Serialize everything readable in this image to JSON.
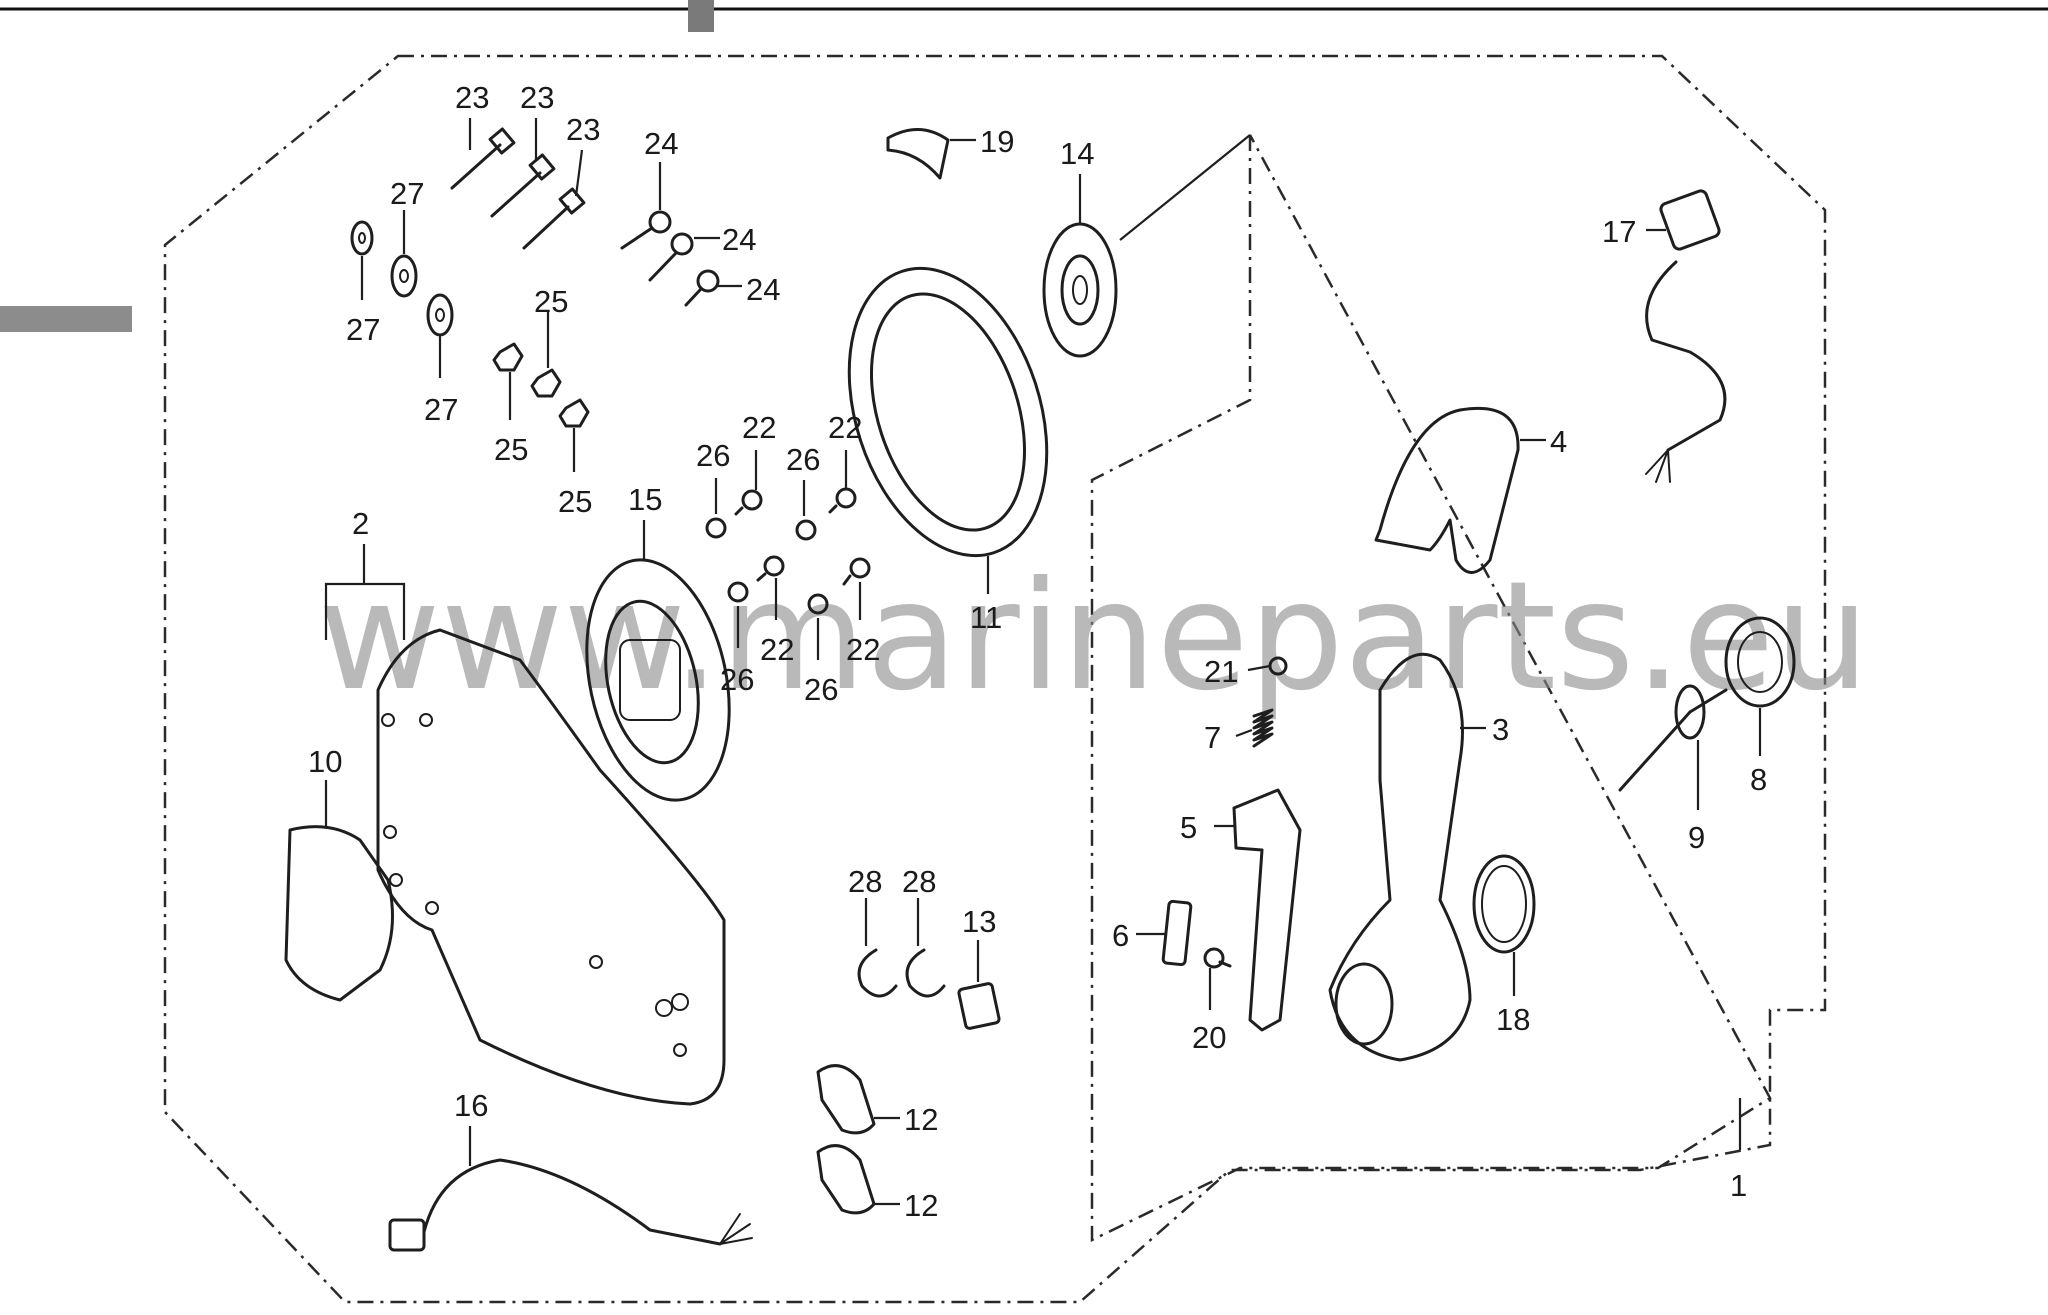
{
  "watermark": "www.marineparts.eu",
  "callouts": [
    {
      "id": "p23a",
      "text": "23"
    },
    {
      "id": "p23b",
      "text": "23"
    },
    {
      "id": "p23c",
      "text": "23"
    },
    {
      "id": "p24a",
      "text": "24"
    },
    {
      "id": "p24b",
      "text": "24"
    },
    {
      "id": "p24c",
      "text": "24"
    },
    {
      "id": "p27a",
      "text": "27"
    },
    {
      "id": "p27b",
      "text": "27"
    },
    {
      "id": "p27c",
      "text": "27"
    },
    {
      "id": "p25a",
      "text": "25"
    },
    {
      "id": "p25b",
      "text": "25"
    },
    {
      "id": "p25c",
      "text": "25"
    },
    {
      "id": "p19",
      "text": "19"
    },
    {
      "id": "p14",
      "text": "14"
    },
    {
      "id": "p17",
      "text": "17"
    },
    {
      "id": "p26a",
      "text": "26"
    },
    {
      "id": "p26b",
      "text": "26"
    },
    {
      "id": "p26c",
      "text": "26"
    },
    {
      "id": "p26d",
      "text": "26"
    },
    {
      "id": "p22a",
      "text": "22"
    },
    {
      "id": "p22b",
      "text": "22"
    },
    {
      "id": "p22c",
      "text": "22"
    },
    {
      "id": "p22d",
      "text": "22"
    },
    {
      "id": "p15",
      "text": "15"
    },
    {
      "id": "p11",
      "text": "11"
    },
    {
      "id": "p2",
      "text": "2"
    },
    {
      "id": "p10",
      "text": "10"
    },
    {
      "id": "p4",
      "text": "4"
    },
    {
      "id": "p21",
      "text": "21"
    },
    {
      "id": "p7",
      "text": "7"
    },
    {
      "id": "p3",
      "text": "3"
    },
    {
      "id": "p8",
      "text": "8"
    },
    {
      "id": "p9",
      "text": "9"
    },
    {
      "id": "p5",
      "text": "5"
    },
    {
      "id": "p6",
      "text": "6"
    },
    {
      "id": "p20",
      "text": "20"
    },
    {
      "id": "p18",
      "text": "18"
    },
    {
      "id": "p28a",
      "text": "28"
    },
    {
      "id": "p28b",
      "text": "28"
    },
    {
      "id": "p13",
      "text": "13"
    },
    {
      "id": "p16",
      "text": "16"
    },
    {
      "id": "p12a",
      "text": "12"
    },
    {
      "id": "p12b",
      "text": "12"
    },
    {
      "id": "p1",
      "text": "1"
    }
  ]
}
